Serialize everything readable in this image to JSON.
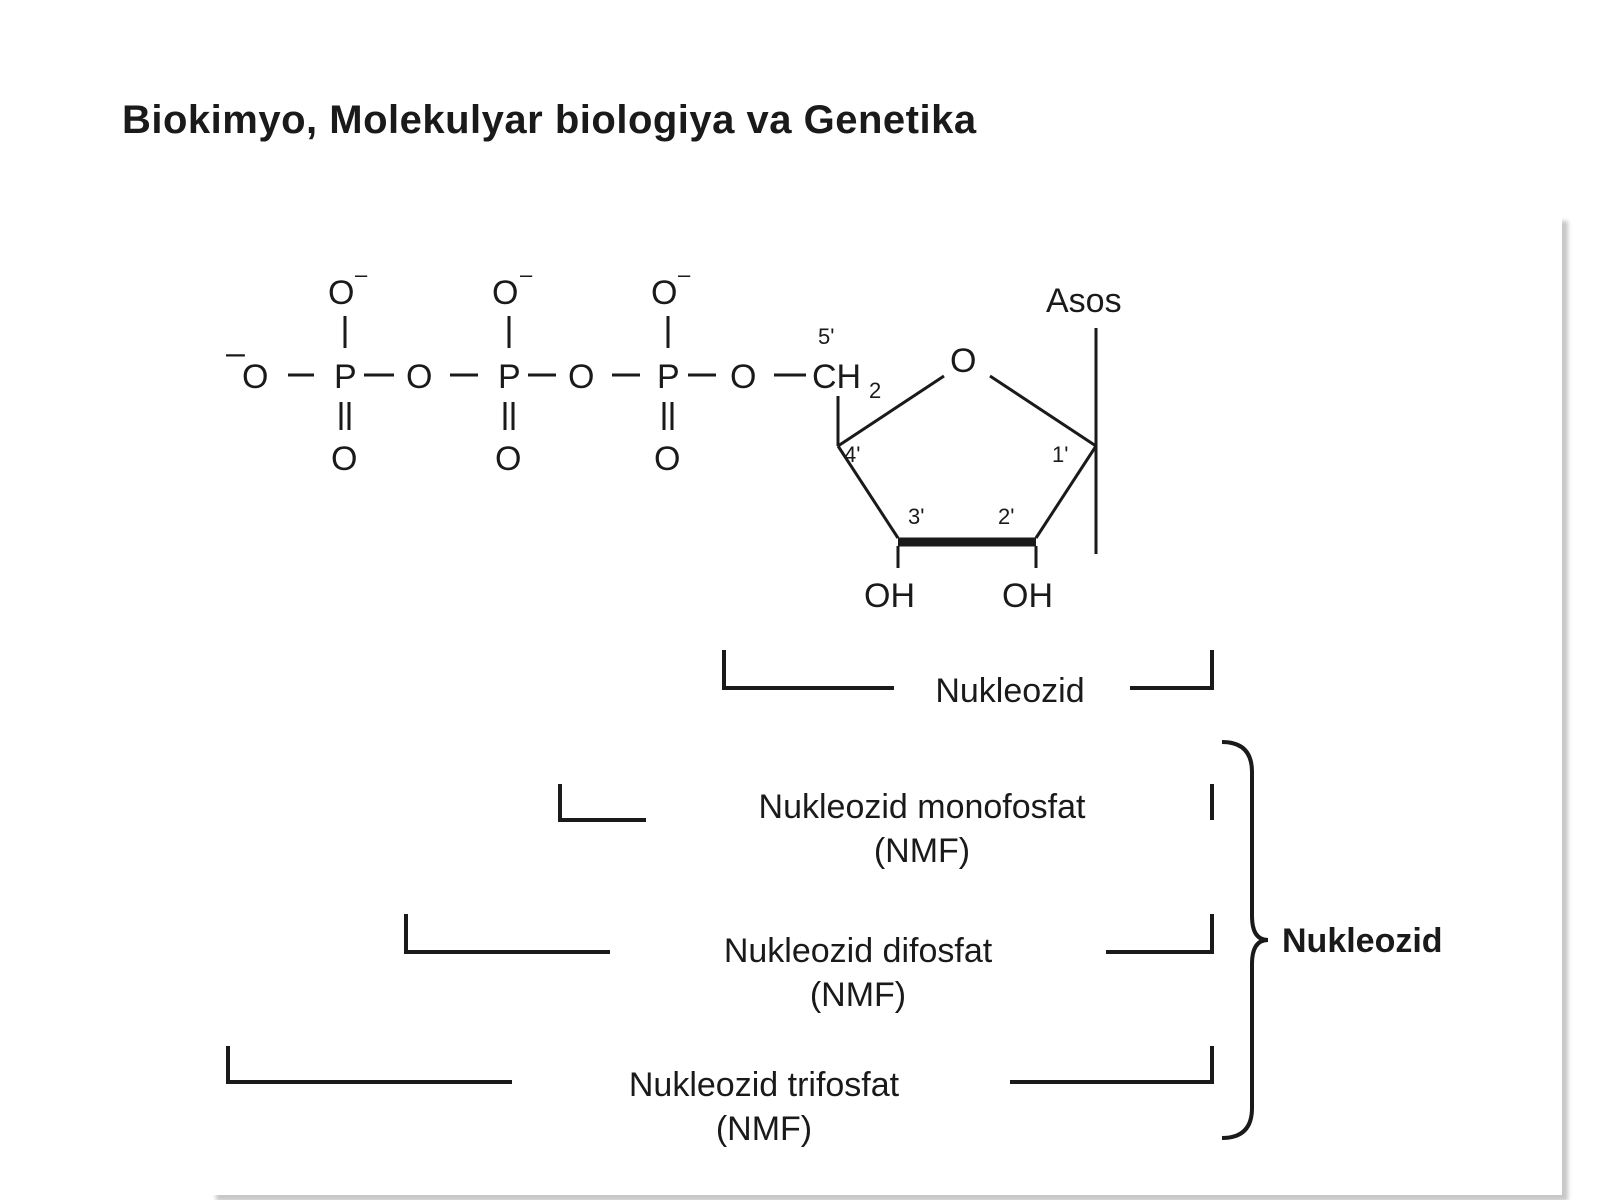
{
  "header": {
    "title": "Biokimyo, Molekulyar biologiya va Genetika"
  },
  "molecule": {
    "phosphates": [
      {
        "o_top": "O",
        "charge": "–",
        "p": "P",
        "o_bottom": "O"
      },
      {
        "o_top": "O",
        "charge": "–",
        "p": "P",
        "o_bottom": "O"
      },
      {
        "o_top": "O",
        "charge": "–",
        "p": "P",
        "o_bottom": "O"
      }
    ],
    "terminal_charge": "–",
    "terminal_o": "O",
    "bridge_o": [
      "O",
      "O",
      "O"
    ],
    "ch2": "CH",
    "ch2_sub": "2",
    "ring_o": "O",
    "base": "Asos",
    "oh_3": "OH",
    "oh_2": "OH",
    "carbons": {
      "c5": "5'",
      "c4": "4'",
      "c3": "3'",
      "c2": "2'",
      "c1": "1'"
    }
  },
  "brackets": {
    "nucleoside": "Nukleozid",
    "nmp_line1": "Nukleozid monofosfat",
    "nmp_line2": "(NMF)",
    "ndp_line1": "Nukleozid difosfat",
    "ndp_line2": "(NMF)",
    "ntp_line1": "Nukleozid trifosfat",
    "ntp_line2": "(NMF)",
    "group_label": "Nukleozid"
  }
}
